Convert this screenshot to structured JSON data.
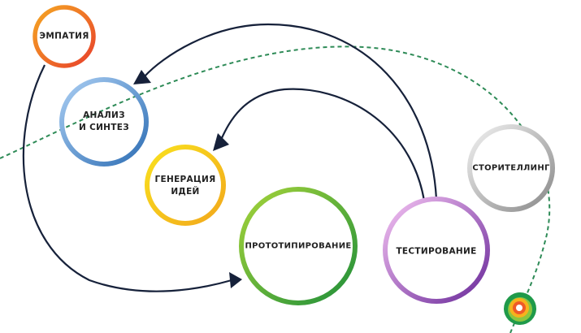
{
  "stages": [
    {
      "label": "ЭМПАТИЯ",
      "color_from": "#f5a623",
      "color_to": "#e8412b"
    },
    {
      "label": "АНАЛИЗ И СИНТЕЗ",
      "line1": "АНАЛИЗ",
      "line2": "И СИНТЕЗ",
      "color_from": "#9fc5f0",
      "color_to": "#2f6fb5"
    },
    {
      "label": "ГЕНЕРАЦИЯ ИДЕЙ",
      "line1": "ГЕНЕРАЦИЯ",
      "line2": "ИДЕЙ",
      "color_from": "#f9e11e",
      "color_to": "#f2a81c"
    },
    {
      "label": "ПРОТОТИПИРОВАНИЕ",
      "color_from": "#9bd13a",
      "color_to": "#1f8f3a"
    },
    {
      "label": "ТЕСТИРОВАНИЕ",
      "color_from": "#f2b7f0",
      "color_to": "#6a2a9a"
    },
    {
      "label": "СТОРИТЕЛЛИНГ",
      "color_from": "#eeeeee",
      "color_to": "#888888"
    }
  ],
  "colors": {
    "arrow": "#16213a",
    "dashed": "#2e8b57"
  }
}
